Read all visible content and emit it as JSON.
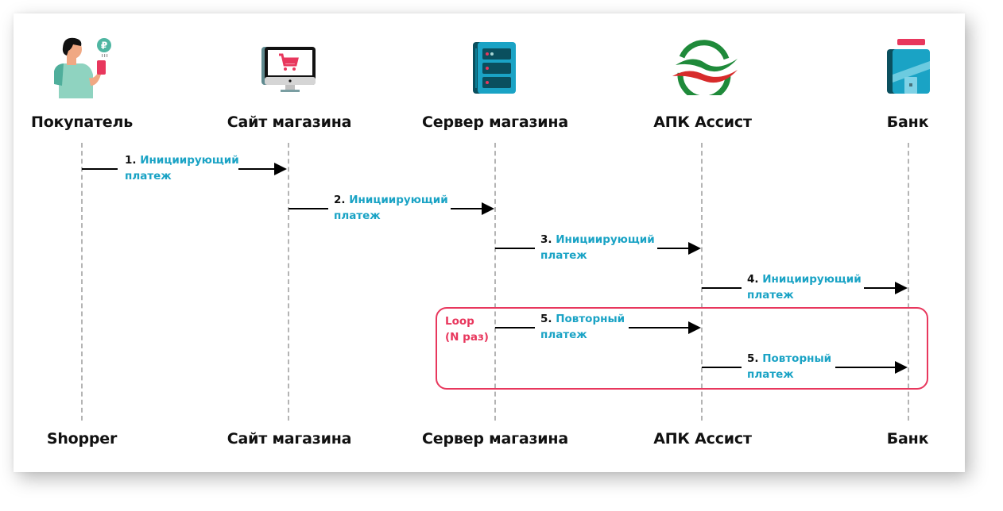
{
  "diagram": {
    "type": "sequence",
    "actors": [
      {
        "id": "shopper",
        "top_label": "Покупатель",
        "bottom_label": "Shopper",
        "icon": "shopper-person-icon"
      },
      {
        "id": "site",
        "top_label": "Сайт магазина",
        "bottom_label": "Сайт магазина",
        "icon": "monitor-cart-icon"
      },
      {
        "id": "server",
        "top_label": "Сервер магазина",
        "bottom_label": "Сервер магазина",
        "icon": "server-icon"
      },
      {
        "id": "assist",
        "top_label": "АПК Ассист",
        "bottom_label": "АПК Ассист",
        "icon": "assist-logo-icon"
      },
      {
        "id": "bank",
        "top_label": "Банк",
        "bottom_label": "Банк",
        "icon": "bank-building-icon"
      }
    ],
    "messages": [
      {
        "num": "1.",
        "line1": "Инициирующий",
        "line2": "платеж",
        "from": "shopper",
        "to": "site"
      },
      {
        "num": "2.",
        "line1": "Инициирующий",
        "line2": "платеж",
        "from": "site",
        "to": "server"
      },
      {
        "num": "3.",
        "line1": "Инициирующий",
        "line2": "платеж",
        "from": "server",
        "to": "assist"
      },
      {
        "num": "4.",
        "line1": "Инициирующий",
        "line2": "платеж",
        "from": "assist",
        "to": "bank"
      },
      {
        "num": "5.",
        "line1": "Повторный",
        "line2": "платеж",
        "from": "server",
        "to": "assist"
      },
      {
        "num": "5.",
        "line1": "Повторный",
        "line2": "платеж",
        "from": "assist",
        "to": "bank"
      }
    ],
    "loop": {
      "line1": "Loop",
      "line2": "(N раз)"
    },
    "colors": {
      "message_text": "#1aa3c5",
      "loop_frame": "#e8375d",
      "lifeline": "#b4b4b4",
      "arrow": "#000000"
    }
  }
}
